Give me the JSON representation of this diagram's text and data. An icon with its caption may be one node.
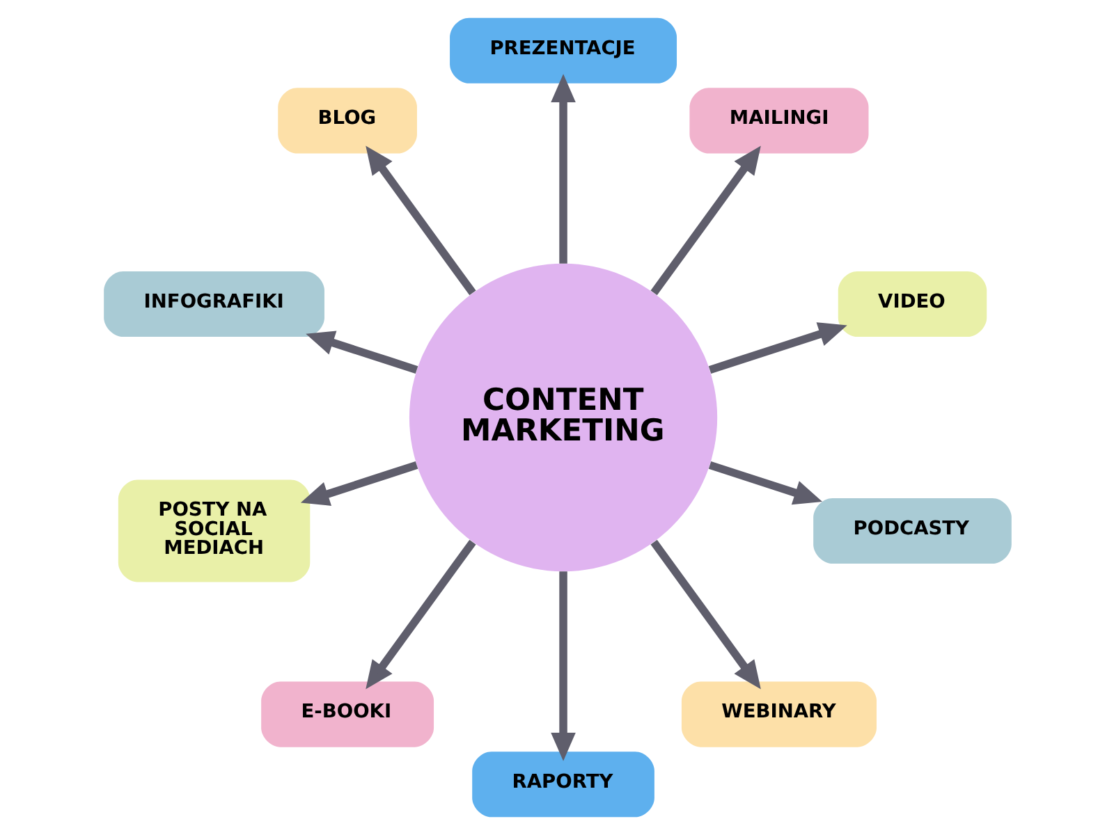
{
  "diagram": {
    "nodes": [
      {
        "text": [
          "CONTENT MARKETING"
        ]
      },
      {
        "text": [
          "PREZENTACJE"
        ]
      },
      {
        "text": [
          "BLOG"
        ]
      },
      {
        "text": [
          "MAILINGI"
        ]
      },
      {
        "text": [
          "INFOGRAFIKI"
        ]
      },
      {
        "text": [
          "VIDEO"
        ]
      },
      {
        "text": [
          "POSTY NA SOCIAL MEDIACH"
        ]
      },
      {
        "text": [
          "PODCASTY"
        ]
      },
      {
        "text": [
          "E-BOOKI"
        ]
      },
      {
        "text": [
          "WEBINARY"
        ]
      },
      {
        "text": [
          "RAPORTY"
        ]
      }
    ],
    "edges": [
      {
        "from": 0,
        "to": 1,
        "arrow": "to"
      },
      {
        "from": 0,
        "to": 3,
        "arrow": "to"
      },
      {
        "from": 0,
        "to": 5,
        "arrow": "to"
      },
      {
        "from": 0,
        "to": 7,
        "arrow": "to"
      },
      {
        "from": 0,
        "to": 9,
        "arrow": "to"
      },
      {
        "from": 0,
        "to": 10,
        "arrow": "to"
      },
      {
        "from": 0,
        "to": 8,
        "arrow": "to"
      },
      {
        "from": 0,
        "to": 6,
        "arrow": "to"
      },
      {
        "from": 0,
        "to": 4,
        "arrow": "to"
      },
      {
        "from": 0,
        "to": 2,
        "arrow": "to"
      }
    ]
  }
}
